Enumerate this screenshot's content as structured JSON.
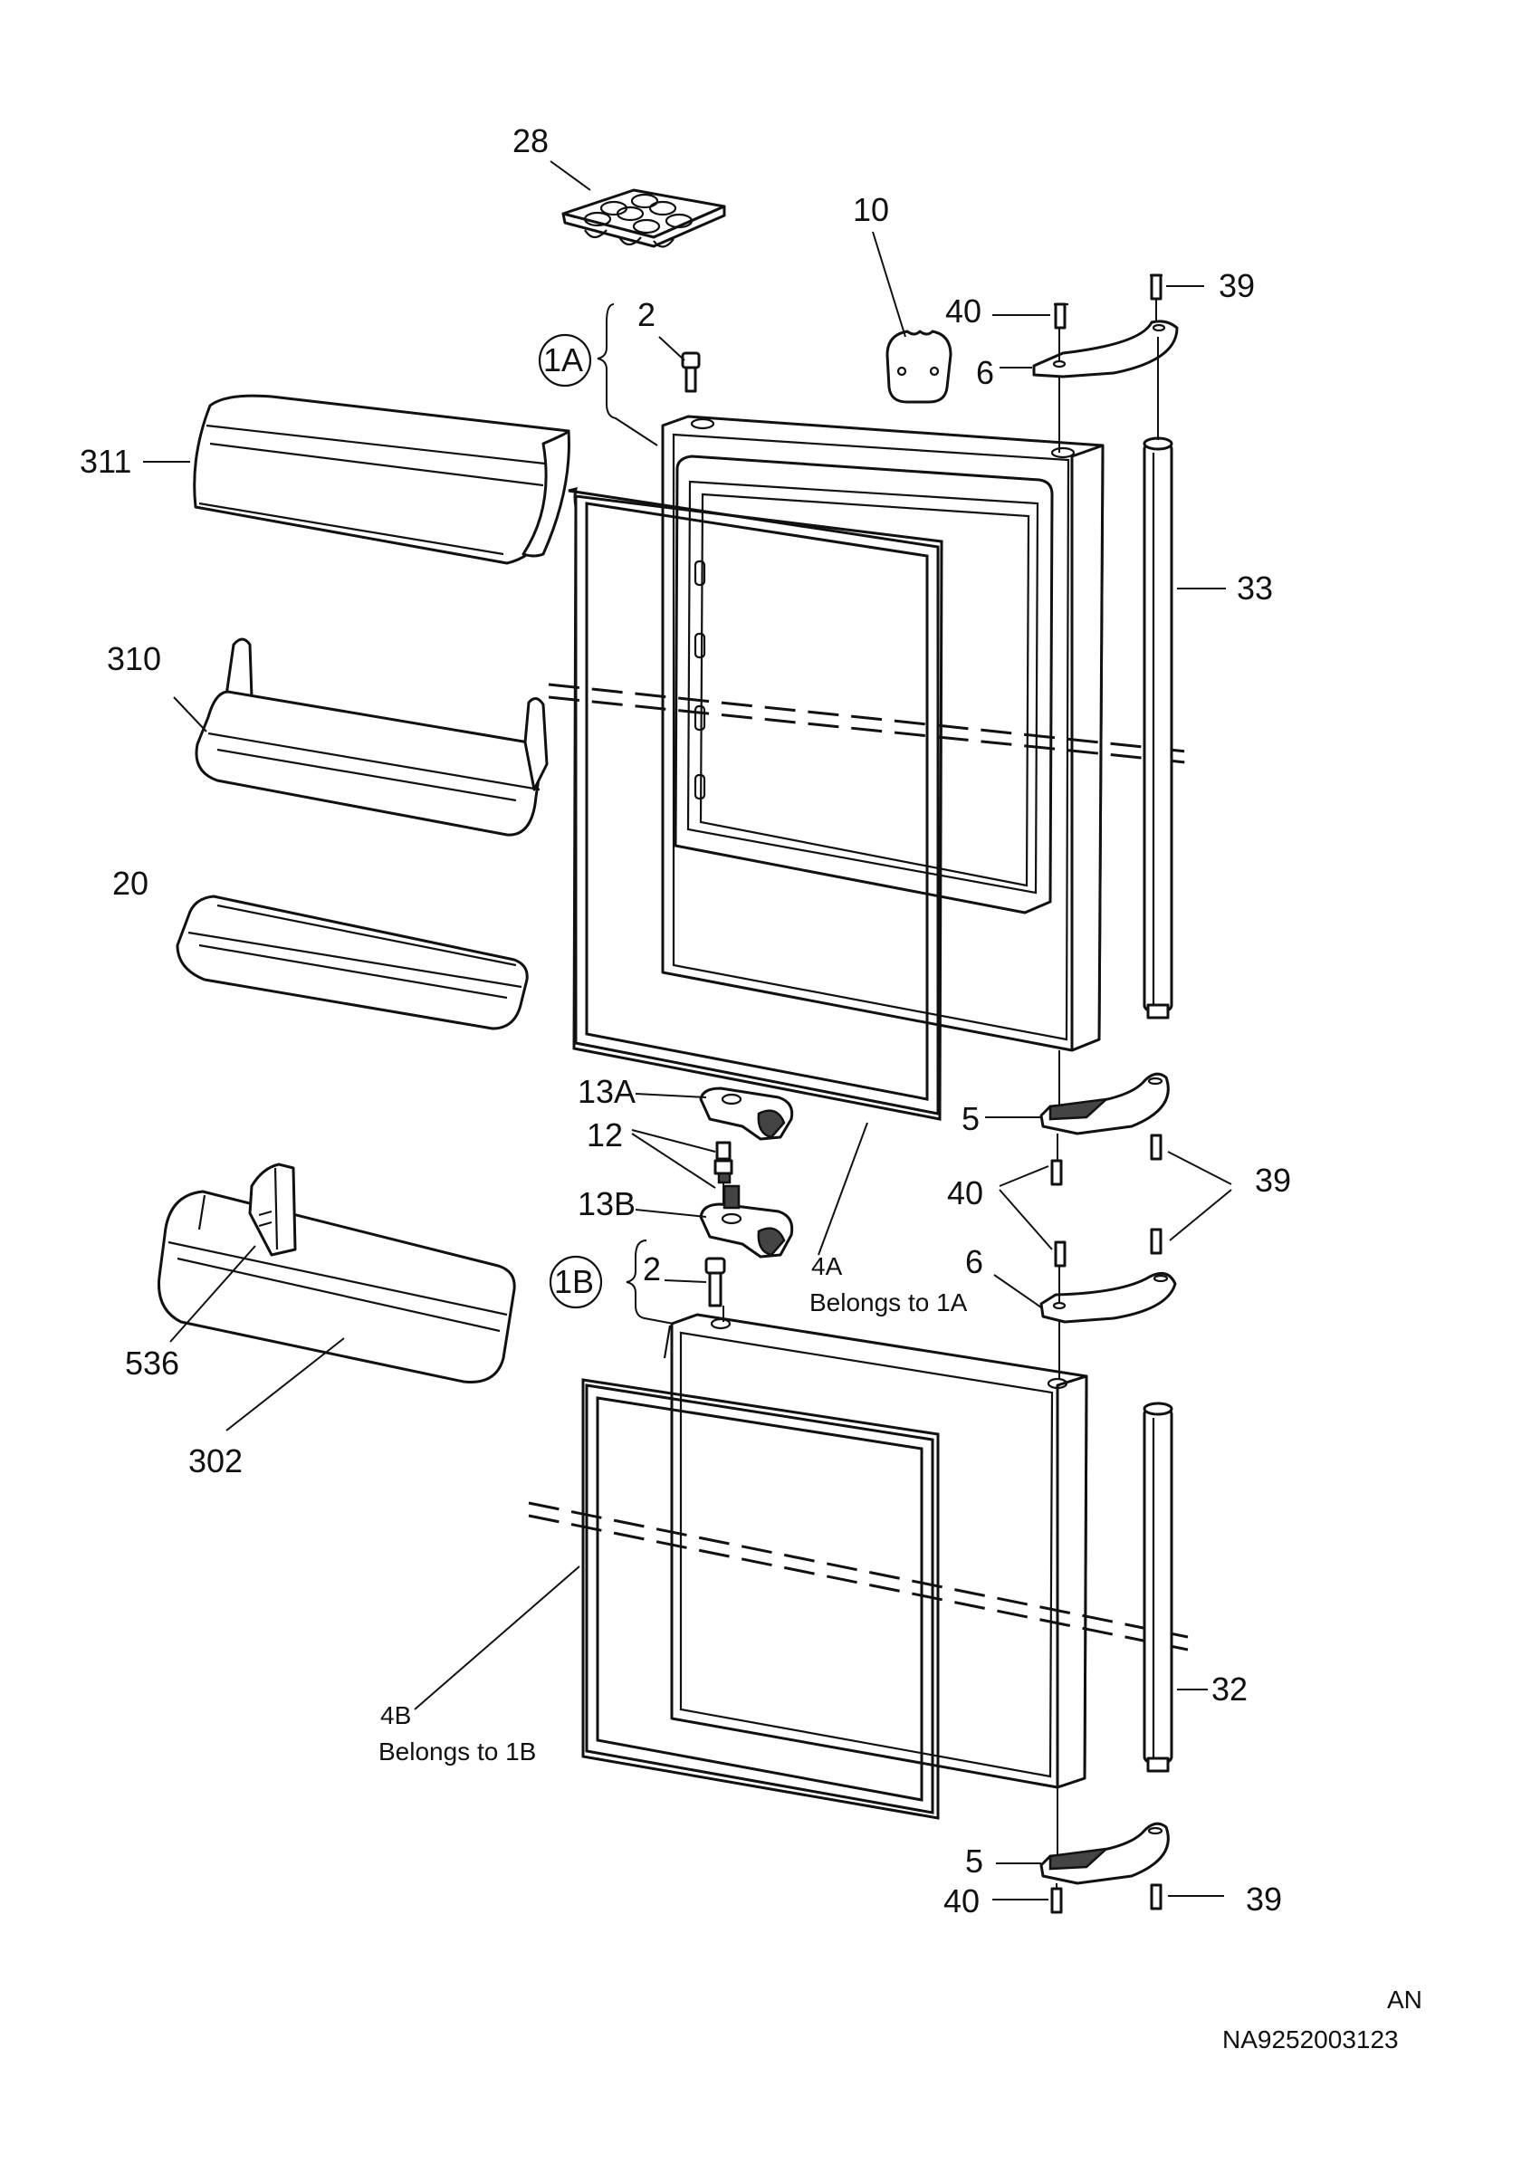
{
  "labels": {
    "l28": "28",
    "l10": "10",
    "l40a": "40",
    "l39a": "39",
    "l2a": "2",
    "l1A": "1A",
    "l6a": "6",
    "l311": "311",
    "l33": "33",
    "l310": "310",
    "l20": "20",
    "l13A": "13A",
    "l5a": "5",
    "l12": "12",
    "l40b": "40",
    "l39b": "39",
    "l13B": "13B",
    "l4A": "4A",
    "l4A_note": "Belongs to 1A",
    "l6b": "6",
    "l2b": "2",
    "l1B": "1B",
    "l536": "536",
    "l302": "302",
    "l32": "32",
    "l4B": "4B",
    "l4B_note": "Belongs to 1B",
    "l5b": "5",
    "l40c": "40",
    "l39c": "39"
  },
  "footer": {
    "code": "AN",
    "drawing_number": "NA9252003123"
  }
}
